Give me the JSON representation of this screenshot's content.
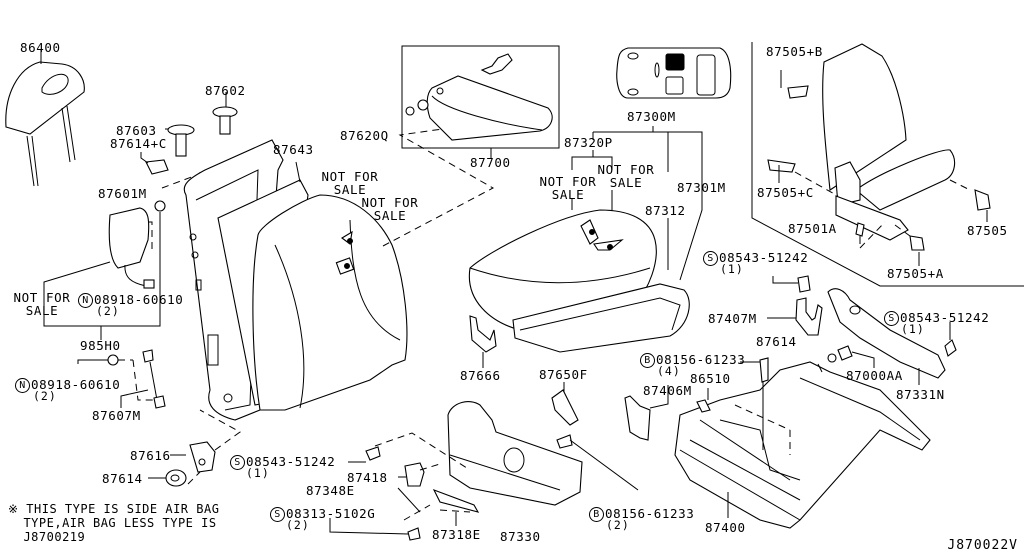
{
  "diagram": {
    "title": "Front seat parts diagram",
    "diagram_code": "J870022V",
    "footnote": {
      "marker": "※",
      "lines": [
        "THIS TYPE IS SIDE AIR BAG",
        "TYPE,AIR BAG LESS TYPE IS",
        "J8700219"
      ]
    },
    "not_for_sale": "NOT FOR SALE",
    "parts": {
      "p86400": "86400",
      "p87602": "87602",
      "p87603": "87603",
      "p87614c": "87614+C",
      "p87601m": "87601M",
      "p87643": "87643",
      "p87620q": "87620Q",
      "p87700": "87700",
      "p87300m": "87300M",
      "p87320p": "87320P",
      "p87312": "87312",
      "p87301m": "87301M",
      "p87505b": "87505+B",
      "p87505c": "87505+C",
      "p87501a": "87501A",
      "p87505": "87505",
      "p87505a": "87505+A",
      "p985h0": "985H0",
      "p87607m": "87607M",
      "p87616": "87616",
      "p87614": "87614",
      "p87614b": "87614",
      "p87666": "87666",
      "p87650f": "87650F",
      "p87406m": "87406M",
      "p86510": "86510",
      "p87407m": "87407M",
      "p87000aa": "87000AA",
      "p87331n": "87331N",
      "p87418": "87418",
      "p87348e": "87348E",
      "p87318e": "87318E",
      "p87330": "87330",
      "p87400": "87400"
    },
    "fasteners": {
      "n1": {
        "type": "N",
        "number": "08918-60610",
        "qty": "(2)"
      },
      "n2": {
        "type": "N",
        "number": "08918-60610",
        "qty": "(2)"
      },
      "s1": {
        "type": "S",
        "number": "08543-51242",
        "qty": "(1)"
      },
      "s2": {
        "type": "S",
        "number": "08543-51242",
        "qty": "(1)"
      },
      "s3": {
        "type": "S",
        "number": "08543-51242",
        "qty": "(1)"
      },
      "s4": {
        "type": "S",
        "number": "08313-5102G",
        "qty": "(2)"
      },
      "b1": {
        "type": "B",
        "number": "08156-61233",
        "qty": "(4)"
      },
      "b2": {
        "type": "B",
        "number": "08156-61233",
        "qty": "(2)"
      }
    }
  }
}
